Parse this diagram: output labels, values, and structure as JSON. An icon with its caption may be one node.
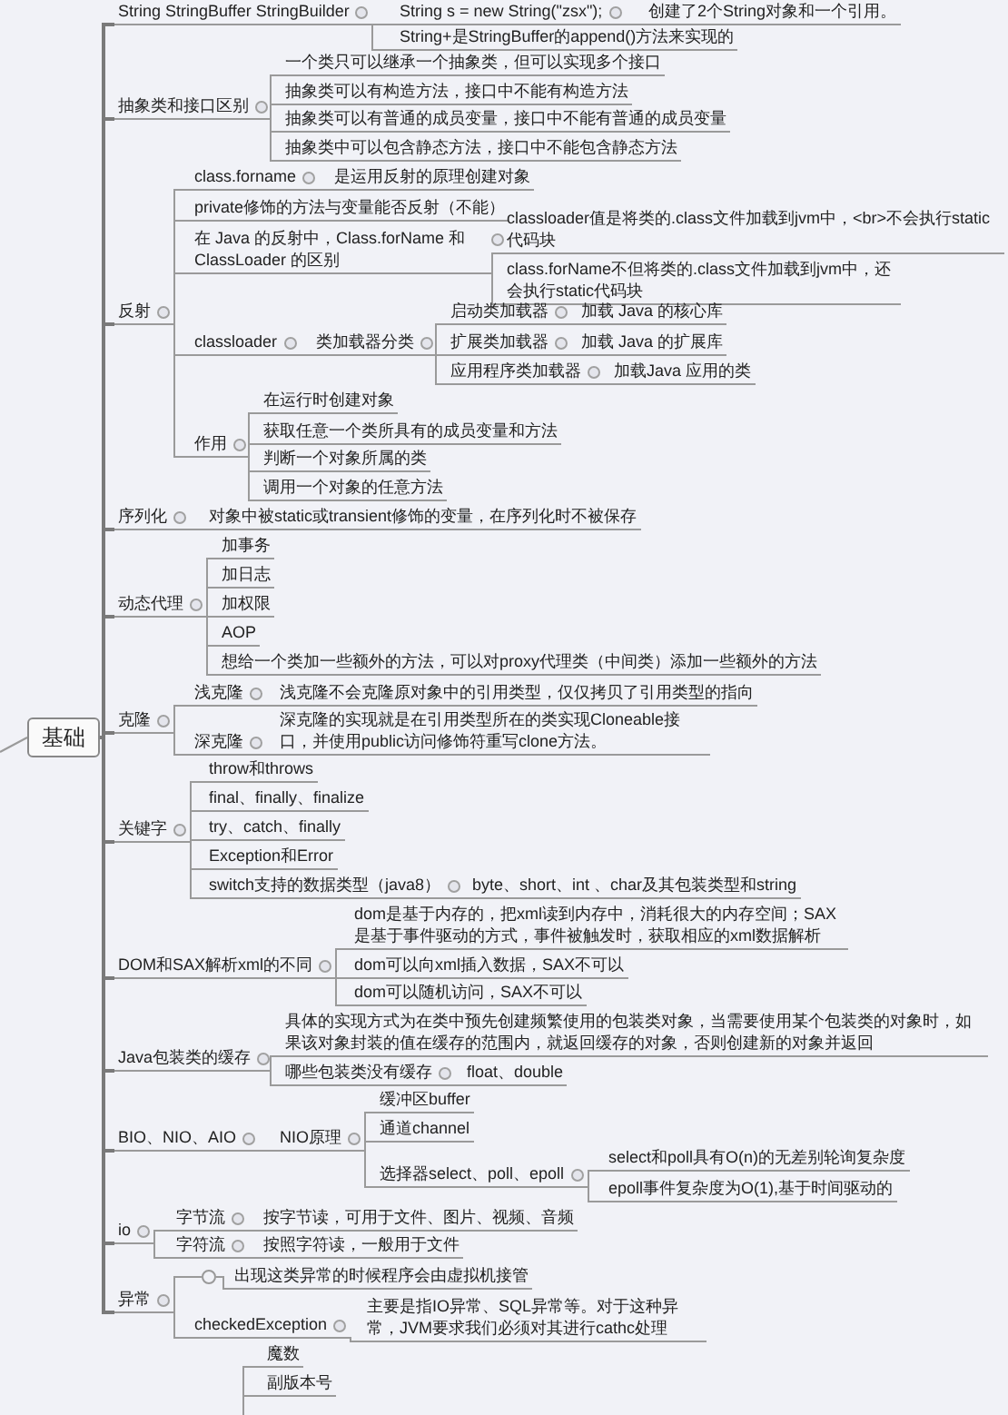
{
  "diagram": {
    "nodes": [
      {
        "text": [
          "基础"
        ]
      },
      {
        "text": [
          "String StringBuffer StringBuilder"
        ]
      },
      {
        "text": [
          "String s = new String(\"zsx\");"
        ]
      },
      {
        "text": [
          "创建了2个String对象和一个引用。"
        ]
      },
      {
        "text": [
          "String+是StringBuffer的append()方法来实现的"
        ]
      },
      {
        "text": [
          "抽象类和接口区别"
        ]
      },
      {
        "text": [
          "一个类只可以继承一个抽象类，但可以实现多个接口"
        ]
      },
      {
        "text": [
          "抽象类可以有构造方法，接口中不能有构造方法"
        ]
      },
      {
        "text": [
          "抽象类可以有普通的成员变量，接口中不能有普通的成员变量"
        ]
      },
      {
        "text": [
          "抽象类中可以包含静态方法，接口中不能包含静态方法"
        ]
      },
      {
        "text": [
          "反射"
        ]
      },
      {
        "text": [
          "class.forname"
        ]
      },
      {
        "text": [
          "是运用反射的原理创建对象"
        ]
      },
      {
        "text": [
          "private修饰的方法与变量能否反射（不能）"
        ]
      },
      {
        "text": [
          "在 Java 的反射中，Class.forName 和 ClassLoader 的区别"
        ]
      },
      {
        "text": [
          "classloader值是将类的.class文件加载到jvm中，<br>不会执行static代码块"
        ]
      },
      {
        "text": [
          "class.forName不但将类的.class文件加载到jvm中，还会执行static代码块"
        ]
      },
      {
        "text": [
          "classloader"
        ]
      },
      {
        "text": [
          "类加载器分类"
        ]
      },
      {
        "text": [
          "启动类加载器"
        ]
      },
      {
        "text": [
          "加载 Java 的核心库"
        ]
      },
      {
        "text": [
          "扩展类加载器"
        ]
      },
      {
        "text": [
          "加载 Java 的扩展库"
        ]
      },
      {
        "text": [
          "应用程序类加载器"
        ]
      },
      {
        "text": [
          "加载Java 应用的类"
        ]
      },
      {
        "text": [
          "作用"
        ]
      },
      {
        "text": [
          "在运行时创建对象"
        ]
      },
      {
        "text": [
          "获取任意一个类所具有的成员变量和方法"
        ]
      },
      {
        "text": [
          "判断一个对象所属的类"
        ]
      },
      {
        "text": [
          "调用一个对象的任意方法"
        ]
      },
      {
        "text": [
          "序列化"
        ]
      },
      {
        "text": [
          "对象中被static或transient修饰的变量，在序列化时不被保存"
        ]
      },
      {
        "text": [
          "动态代理"
        ]
      },
      {
        "text": [
          "加事务"
        ]
      },
      {
        "text": [
          "加日志"
        ]
      },
      {
        "text": [
          "加权限"
        ]
      },
      {
        "text": [
          "AOP"
        ]
      },
      {
        "text": [
          "想给一个类加一些额外的方法，可以对proxy代理类（中间类）添加一些额外的方法"
        ]
      },
      {
        "text": [
          "克隆"
        ]
      },
      {
        "text": [
          "浅克隆"
        ]
      },
      {
        "text": [
          "浅克隆不会克隆原对象中的引用类型，仅仅拷贝了引用类型的指向"
        ]
      },
      {
        "text": [
          "深克隆"
        ]
      },
      {
        "text": [
          "深克隆的实现就是在引用类型所在的类实现Cloneable接口，并使用public访问修饰符重写clone方法。"
        ]
      },
      {
        "text": [
          "关键字"
        ]
      },
      {
        "text": [
          "throw和throws"
        ]
      },
      {
        "text": [
          "final、finally、finalize"
        ]
      },
      {
        "text": [
          "try、catch、finally"
        ]
      },
      {
        "text": [
          "Exception和Error"
        ]
      },
      {
        "text": [
          "switch支持的数据类型（java8）"
        ]
      },
      {
        "text": [
          "byte、short、int 、char及其包装类型和string"
        ]
      },
      {
        "text": [
          "DOM和SAX解析xml的不同"
        ]
      },
      {
        "text": [
          "dom是基于内存的，把xml读到内存中，消耗很大的内存空间；SAX是基于事件驱动的方式，事件被触发时，获取相应的xml数据解析"
        ]
      },
      {
        "text": [
          "dom可以向xml插入数据，SAX不可以"
        ]
      },
      {
        "text": [
          "dom可以随机访问，SAX不可以"
        ]
      },
      {
        "text": [
          "Java包装类的缓存"
        ]
      },
      {
        "text": [
          "具体的实现方式为在类中预先创建频繁使用的包装类对象，当需要使用某个包装类的对象时，如果该对象封装的值在缓存的范围内，就返回缓存的对象，否则创建新的对象并返回"
        ]
      },
      {
        "text": [
          "哪些包装类没有缓存"
        ]
      },
      {
        "text": [
          "float、double"
        ]
      },
      {
        "text": [
          "BIO、NIO、AIO"
        ]
      },
      {
        "text": [
          "NIO原理"
        ]
      },
      {
        "text": [
          "缓冲区buffer"
        ]
      },
      {
        "text": [
          "通道channel"
        ]
      },
      {
        "text": [
          "选择器select、poll、epoll"
        ]
      },
      {
        "text": [
          "select和poll具有O(n)的无差别轮询复杂度"
        ]
      },
      {
        "text": [
          "epoll事件复杂度为O(1),基于时间驱动的"
        ]
      },
      {
        "text": [
          "io"
        ]
      },
      {
        "text": [
          "字节流"
        ]
      },
      {
        "text": [
          "按字节读，可用于文件、图片、视频、音频"
        ]
      },
      {
        "text": [
          "字符流"
        ]
      },
      {
        "text": [
          "按照字符读，一般用于文件"
        ]
      },
      {
        "text": [
          "异常"
        ]
      },
      {
        "text": [],
        "shape": "circle"
      },
      {
        "text": [
          "出现这类异常的时候程序会由虚拟机接管"
        ]
      },
      {
        "text": [
          "checkedException"
        ]
      },
      {
        "text": [
          "主要是指IO异常、SQL异常等。对于这种异常，JVM要求我们必须对其进行cathc处理"
        ]
      },
      {
        "text": [
          "魔数"
        ]
      },
      {
        "text": [
          "副版本号"
        ]
      }
    ],
    "edges": [
      {
        "from": null,
        "to": 0,
        "arrow": "none"
      },
      {
        "from": 0,
        "to": 1,
        "arrow": "none"
      },
      {
        "from": 1,
        "to": 2,
        "arrow": "none"
      },
      {
        "from": 2,
        "to": 3,
        "arrow": "none"
      },
      {
        "from": 1,
        "to": 4,
        "arrow": "none"
      },
      {
        "from": 0,
        "to": 5,
        "arrow": "none"
      },
      {
        "from": 5,
        "to": 6,
        "arrow": "none"
      },
      {
        "from": 5,
        "to": 7,
        "arrow": "none"
      },
      {
        "from": 5,
        "to": 8,
        "arrow": "none"
      },
      {
        "from": 5,
        "to": 9,
        "arrow": "none"
      },
      {
        "from": 0,
        "to": 10,
        "arrow": "none"
      },
      {
        "from": 10,
        "to": 11,
        "arrow": "none"
      },
      {
        "from": 11,
        "to": 12,
        "arrow": "none"
      },
      {
        "from": 10,
        "to": 13,
        "arrow": "none"
      },
      {
        "from": 10,
        "to": 14,
        "arrow": "none"
      },
      {
        "from": 14,
        "to": 15,
        "arrow": "none"
      },
      {
        "from": 14,
        "to": 16,
        "arrow": "none"
      },
      {
        "from": 10,
        "to": 17,
        "arrow": "none"
      },
      {
        "from": 17,
        "to": 18,
        "arrow": "none"
      },
      {
        "from": 18,
        "to": 19,
        "arrow": "none"
      },
      {
        "from": 19,
        "to": 20,
        "arrow": "none"
      },
      {
        "from": 18,
        "to": 21,
        "arrow": "none"
      },
      {
        "from": 21,
        "to": 22,
        "arrow": "none"
      },
      {
        "from": 18,
        "to": 23,
        "arrow": "none"
      },
      {
        "from": 23,
        "to": 24,
        "arrow": "none"
      },
      {
        "from": 10,
        "to": 25,
        "arrow": "none"
      },
      {
        "from": 25,
        "to": 26,
        "arrow": "none"
      },
      {
        "from": 25,
        "to": 27,
        "arrow": "none"
      },
      {
        "from": 25,
        "to": 28,
        "arrow": "none"
      },
      {
        "from": 25,
        "to": 29,
        "arrow": "none"
      },
      {
        "from": 0,
        "to": 30,
        "arrow": "none"
      },
      {
        "from": 30,
        "to": 31,
        "arrow": "none"
      },
      {
        "from": 0,
        "to": 32,
        "arrow": "none"
      },
      {
        "from": 32,
        "to": 33,
        "arrow": "none"
      },
      {
        "from": 32,
        "to": 34,
        "arrow": "none"
      },
      {
        "from": 32,
        "to": 35,
        "arrow": "none"
      },
      {
        "from": 32,
        "to": 36,
        "arrow": "none"
      },
      {
        "from": 32,
        "to": 37,
        "arrow": "none"
      },
      {
        "from": 0,
        "to": 38,
        "arrow": "none"
      },
      {
        "from": 38,
        "to": 39,
        "arrow": "none"
      },
      {
        "from": 39,
        "to": 40,
        "arrow": "none"
      },
      {
        "from": 38,
        "to": 41,
        "arrow": "none"
      },
      {
        "from": 41,
        "to": 42,
        "arrow": "none"
      },
      {
        "from": 0,
        "to": 43,
        "arrow": "none"
      },
      {
        "from": 43,
        "to": 44,
        "arrow": "none"
      },
      {
        "from": 43,
        "to": 45,
        "arrow": "none"
      },
      {
        "from": 43,
        "to": 46,
        "arrow": "none"
      },
      {
        "from": 43,
        "to": 47,
        "arrow": "none"
      },
      {
        "from": 43,
        "to": 48,
        "arrow": "none"
      },
      {
        "from": 48,
        "to": 49,
        "arrow": "none"
      },
      {
        "from": 0,
        "to": 50,
        "arrow": "none"
      },
      {
        "from": 50,
        "to": 51,
        "arrow": "none"
      },
      {
        "from": 50,
        "to": 52,
        "arrow": "none"
      },
      {
        "from": 50,
        "to": 53,
        "arrow": "none"
      },
      {
        "from": 0,
        "to": 54,
        "arrow": "none"
      },
      {
        "from": 54,
        "to": 55,
        "arrow": "none"
      },
      {
        "from": 54,
        "to": 56,
        "arrow": "none"
      },
      {
        "from": 56,
        "to": 57,
        "arrow": "none"
      },
      {
        "from": 0,
        "to": 58,
        "arrow": "none"
      },
      {
        "from": 58,
        "to": 59,
        "arrow": "none"
      },
      {
        "from": 59,
        "to": 60,
        "arrow": "none"
      },
      {
        "from": 59,
        "to": 61,
        "arrow": "none"
      },
      {
        "from": 59,
        "to": 62,
        "arrow": "none"
      },
      {
        "from": 62,
        "to": 63,
        "arrow": "none"
      },
      {
        "from": 62,
        "to": 64,
        "arrow": "none"
      },
      {
        "from": 0,
        "to": 65,
        "arrow": "none"
      },
      {
        "from": 65,
        "to": 66,
        "arrow": "none"
      },
      {
        "from": 66,
        "to": 67,
        "arrow": "none"
      },
      {
        "from": 65,
        "to": 68,
        "arrow": "none"
      },
      {
        "from": 68,
        "to": 69,
        "arrow": "none"
      },
      {
        "from": 0,
        "to": 70,
        "arrow": "none"
      },
      {
        "from": 70,
        "to": 71,
        "arrow": "none"
      },
      {
        "from": 71,
        "to": 72,
        "arrow": "none"
      },
      {
        "from": 70,
        "to": 73,
        "arrow": "none"
      },
      {
        "from": 73,
        "to": 74,
        "arrow": "none"
      },
      {
        "from": null,
        "to": 75,
        "arrow": "none"
      },
      {
        "from": null,
        "to": 76,
        "arrow": "none"
      }
    ]
  }
}
